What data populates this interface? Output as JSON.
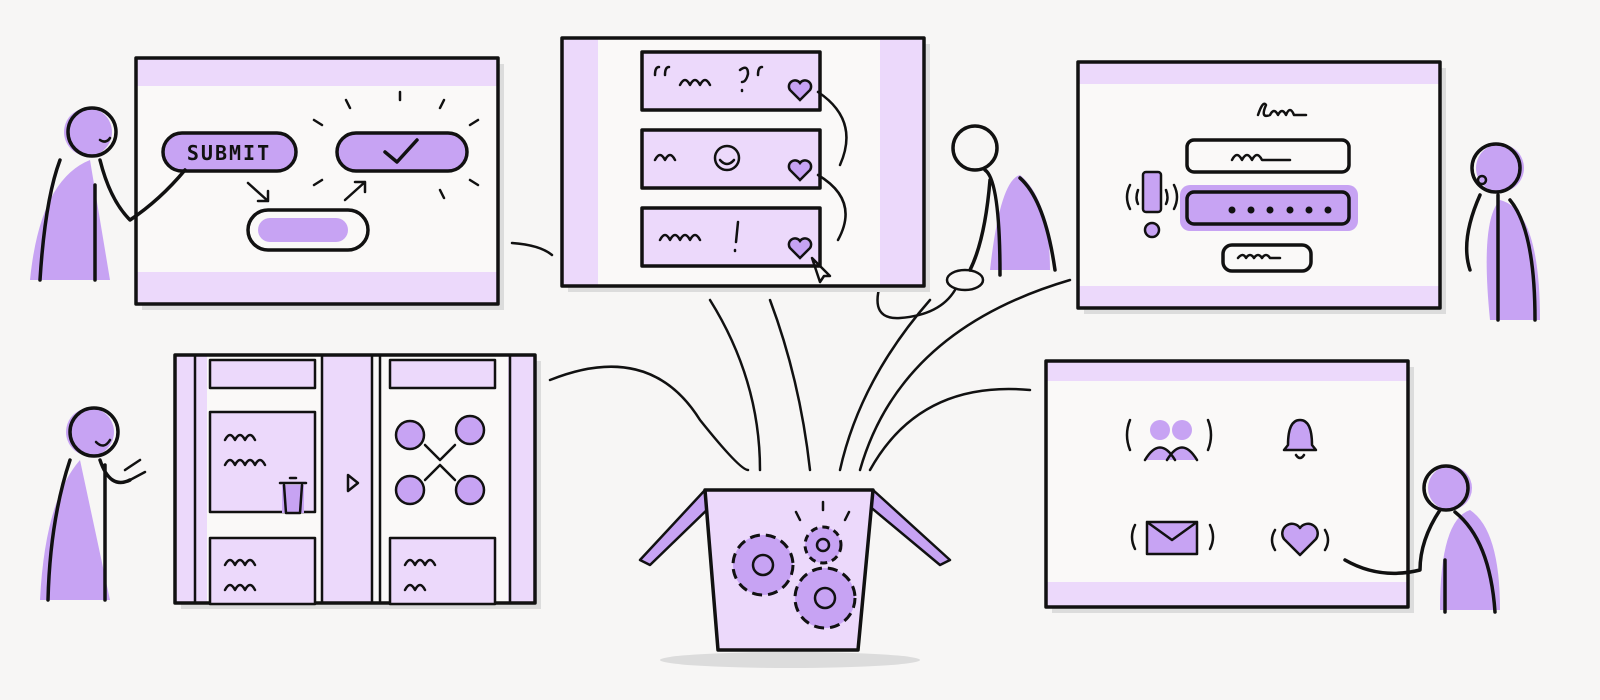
{
  "illustration": {
    "panels": {
      "submit_button": {
        "label": "SUBMIT"
      },
      "chat_reactions": {
        "messages": [
          "“~~~?”",
          "~~ 😄",
          "~~~ !"
        ]
      },
      "login_form": {
        "title_scribble": "login",
        "password_mask": "••••••",
        "button_scribble": "login"
      },
      "delete_animation": {},
      "notification_icons": {
        "icons": [
          "people-icon",
          "bell-icon",
          "mail-icon",
          "heart-icon"
        ]
      }
    },
    "center_box": {
      "contents": [
        "gear-icon",
        "gear-icon",
        "gear-icon"
      ]
    },
    "colors": {
      "background": "#f7f6f5",
      "light_purple": "#ecd9fb",
      "purple": "#c7a3f3",
      "ink": "#111111"
    }
  }
}
